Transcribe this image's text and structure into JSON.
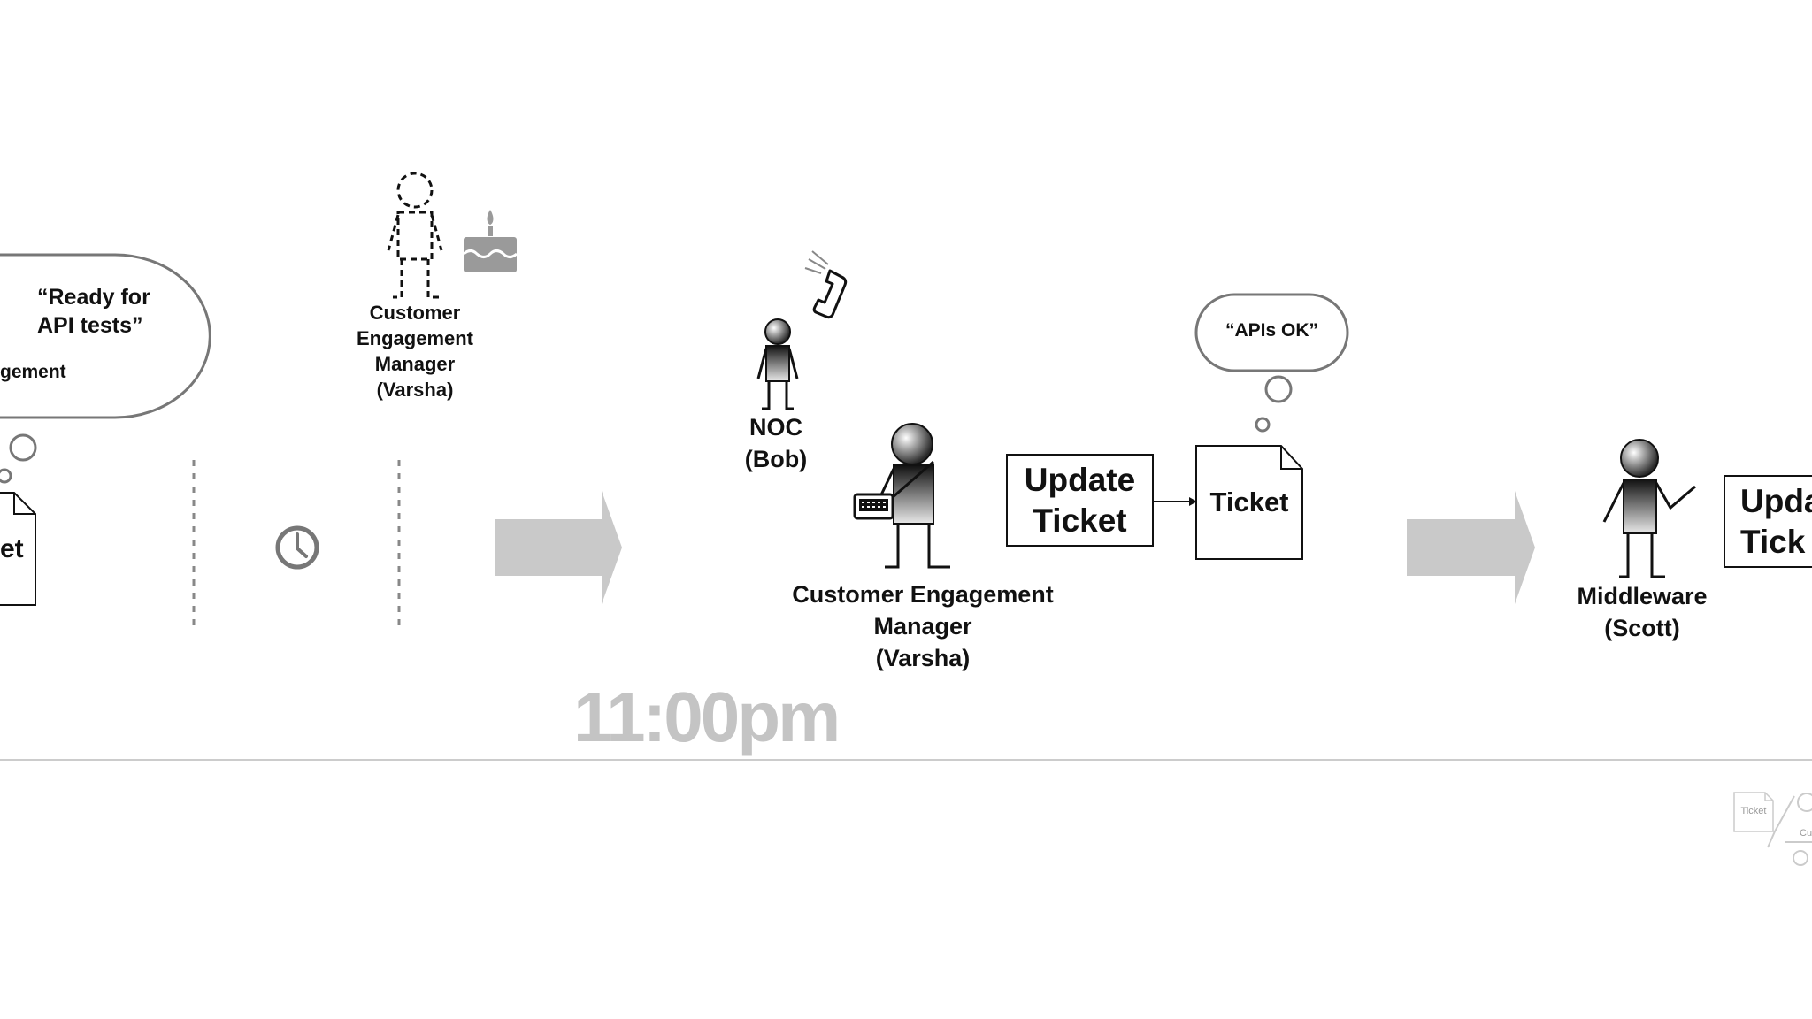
{
  "scene": {
    "left_bubble": {
      "quote_line1": "“Ready for",
      "quote_line2": "API tests”",
      "partial_text": "gement"
    },
    "left_ticket": {
      "partial_label": "et"
    },
    "manager_ghost": {
      "line1": "Customer",
      "line2": "Engagement",
      "line3": "Manager",
      "line4": "(Varsha)"
    },
    "noc": {
      "line1": "NOC",
      "line2": "(Bob)"
    },
    "manager": {
      "line1": "Customer Engagement",
      "line2": "Manager",
      "line3": "(Varsha)"
    },
    "update_box": {
      "line1": "Update",
      "line2": "Ticket"
    },
    "ticket": {
      "label": "Ticket"
    },
    "thought_bubble": {
      "text": "“APIs OK”"
    },
    "middleware": {
      "line1": "Middleware",
      "line2": "(Scott)"
    },
    "right_update_box": {
      "line1": "Upda",
      "line2": "Tick"
    },
    "mini_ticket": {
      "label": "Ticket"
    },
    "mini_partial": {
      "label": "Cu"
    },
    "time_label": "11:00pm"
  },
  "colors": {
    "line": "#111111",
    "light_line": "#777777",
    "arrow_fill": "#c9c9c9",
    "time_text": "#c4c4c4",
    "cake": "#9a9a9a",
    "baseline": "#cccccc"
  }
}
